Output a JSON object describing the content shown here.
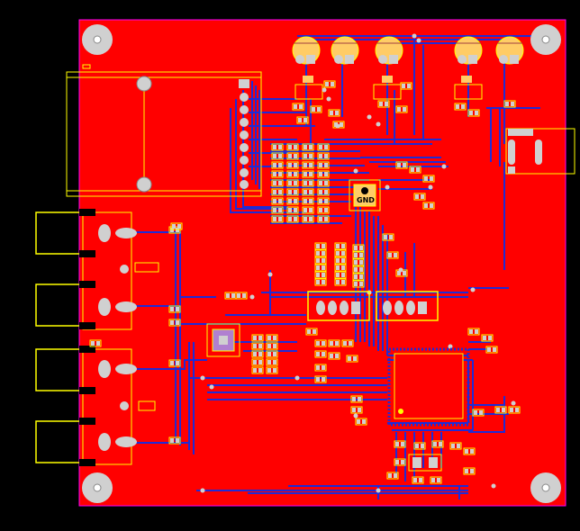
{
  "view": {
    "title": "",
    "background_color": "#000000",
    "board_color": "#ff0000",
    "trace_color": "#1f2bd6",
    "silkscreen_color": "#ffff00",
    "outline_color": "#ff00ff"
  },
  "labels": {
    "gnd_label": "GND"
  },
  "mounting_holes": [
    {
      "name": "mounting-hole-top-left"
    },
    {
      "name": "mounting-hole-top-right"
    },
    {
      "name": "mounting-hole-bottom-left"
    },
    {
      "name": "mounting-hole-bottom-right"
    }
  ]
}
